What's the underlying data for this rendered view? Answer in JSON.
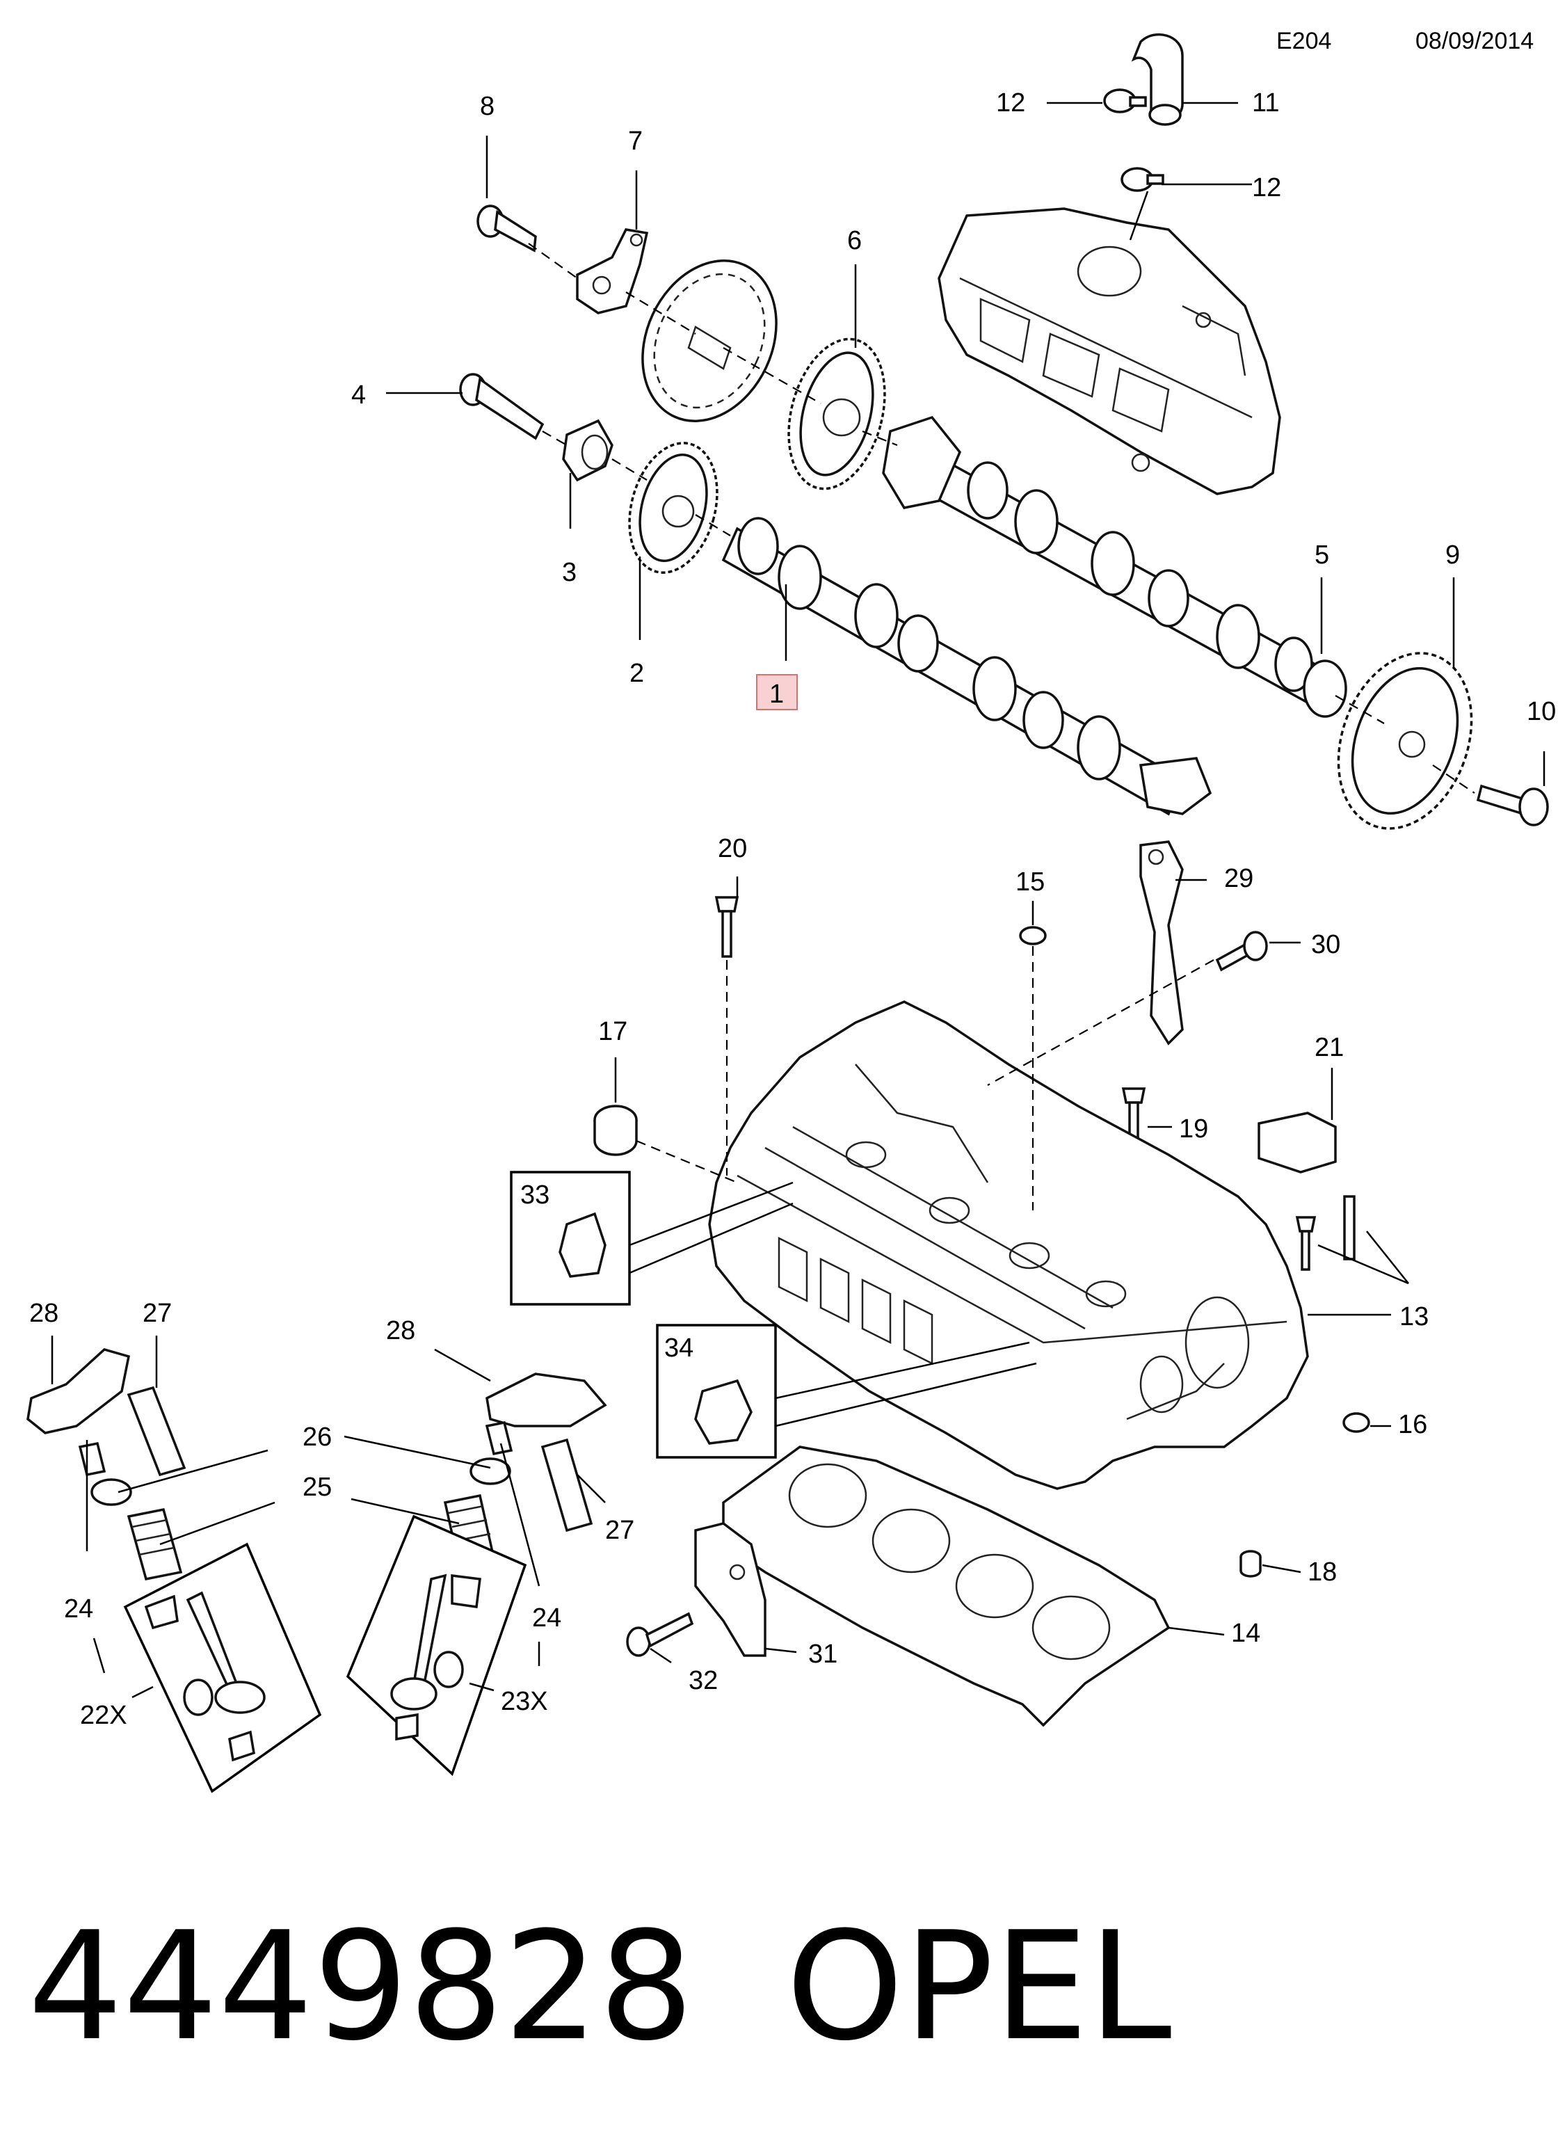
{
  "header": {
    "code": "E204",
    "date": "08/09/2014"
  },
  "footer": {
    "part_number": "4449828",
    "brand": "OPEL"
  },
  "highlight_color": "#f8d2d2",
  "labels": {
    "l1": "1",
    "l2": "2",
    "l3": "3",
    "l4": "4",
    "l5": "5",
    "l6": "6",
    "l7": "7",
    "l8": "8",
    "l9": "9",
    "l10": "10",
    "l11": "11",
    "l12a": "12",
    "l12b": "12",
    "l13": "13",
    "l14": "14",
    "l15": "15",
    "l16": "16",
    "l17": "17",
    "l18": "18",
    "l19": "19",
    "l20": "20",
    "l21": "21",
    "l22x": "22X",
    "l23x": "23X",
    "l24a": "24",
    "l24b": "24",
    "l25": "25",
    "l26": "26",
    "l27a": "27",
    "l27b": "27",
    "l28a": "28",
    "l28b": "28",
    "l29": "29",
    "l30": "30",
    "l31": "31",
    "l32": "32",
    "l33": "33",
    "l34": "34"
  }
}
